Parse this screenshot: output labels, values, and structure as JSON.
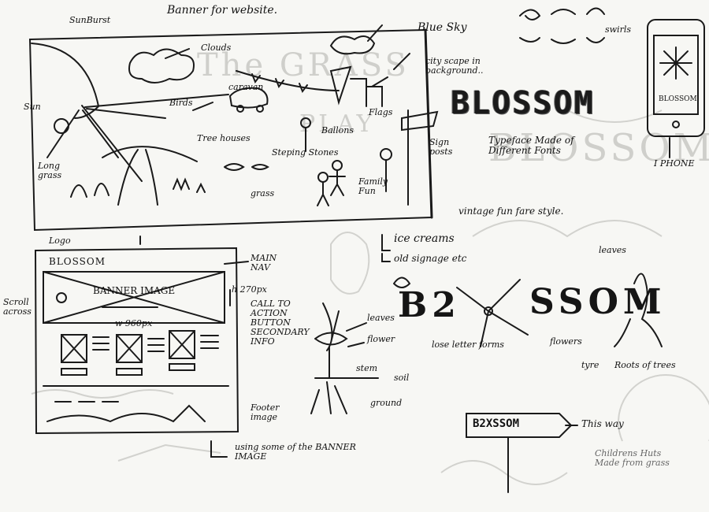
{
  "banner": {
    "heading": "Banner for website.",
    "labels": {
      "sunburst": "SunBurst",
      "clouds": "Clouds",
      "blue_sky": "Blue Sky",
      "cityscape": "city scape in background..",
      "sun": "Sun",
      "birds": "Birds",
      "caravan": "caravan",
      "flags": "Flags",
      "balloons": "Ballons",
      "tree_houses": "Tree houses",
      "stepping_stones": "Steping Stones",
      "long_grass": "Long grass",
      "grass": "grass",
      "family_fun": "Family Fun",
      "sign_posts": "Sign posts"
    }
  },
  "typography": {
    "blossom_title": "BLOSSOM",
    "swirls_label": "swirls",
    "typeface_note": "Typeface Made of Different Fonts",
    "vintage_note": "vintage fun fare style.",
    "ice_creams": "ice creams",
    "old_signage": "old signage etc",
    "fancy_b": "B2",
    "fancy_ssom": "SSOM",
    "leaves": "leaves",
    "loose_letter_forms": "lose letter forms",
    "flowers": "flowers",
    "tyre": "tyre",
    "roots_of_trees": "Roots of trees",
    "this_way": "This way",
    "sign_text": "B2XSSOM",
    "childrens_huts": "Childrens Huts Made from grass"
  },
  "iphone": {
    "screen_text": "BLOSSOM",
    "label": "I PHONE"
  },
  "wireframe": {
    "logo_label": "Logo",
    "logo_text": "BLOSSOM",
    "banner_image": "BANNER IMAGE",
    "height_note": "h 270px",
    "width_note": "w 960px",
    "main_nav": "MAIN NAV",
    "call_to_action": "CALL TO ACTION BUTTON SECONDARY INFO",
    "scroll_across": "Scroll across",
    "footer_image": "Footer image",
    "footer_note": "using some of the BANNER IMAGE"
  },
  "flower_diagram": {
    "leaves": "leaves",
    "flower": "flower",
    "stem": "stem",
    "soil": "soil",
    "ground": "ground"
  }
}
